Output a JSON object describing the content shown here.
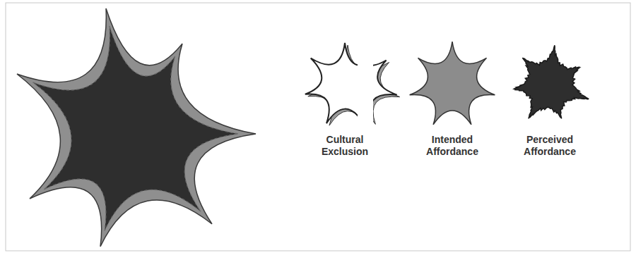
{
  "diagram": {
    "nodes": [
      {
        "text": [
          "Cultural Exclusion"
        ]
      },
      {
        "text": [
          "Intended Affordance"
        ]
      },
      {
        "text": [
          "Perceived Affordance"
        ]
      }
    ]
  }
}
